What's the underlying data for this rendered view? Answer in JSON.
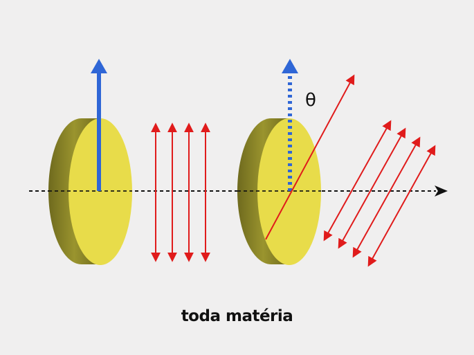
{
  "angle_symbol": "θ",
  "logo_text": "toda matéria",
  "colors": {
    "background": "#f0efef",
    "disk_face": "#e8dc4a",
    "disk_edge": "#8f8a2a",
    "disk_edge_dark": "#6f6a1e",
    "axis_vector": "#2f66d6",
    "light_wave": "#e01b1b",
    "optical_axis": "#111111"
  },
  "icons": {
    "polarizer": "yellow-disk",
    "transmission_axis": "arrow-up-icon",
    "propagation": "arrow-right-icon"
  }
}
